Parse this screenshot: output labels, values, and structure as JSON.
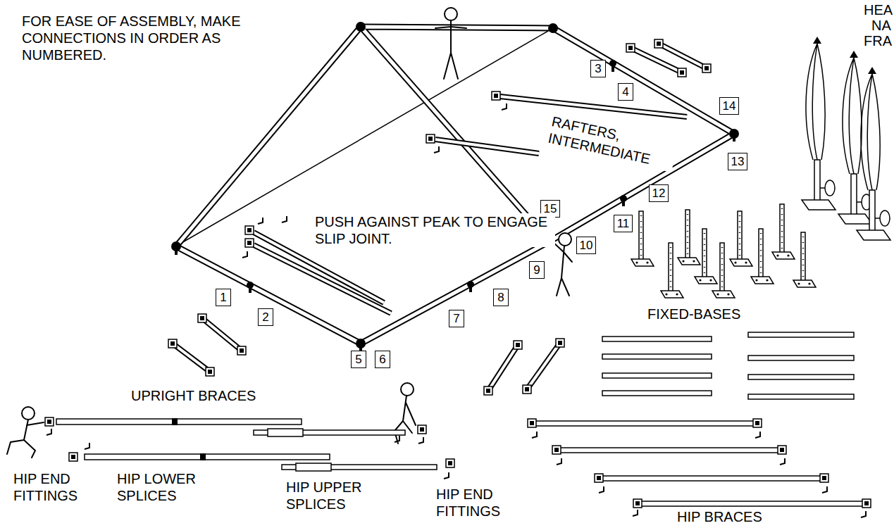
{
  "diagram": {
    "nodes": [
      {
        "text": [
          "1"
        ]
      },
      {
        "text": [
          "2"
        ]
      },
      {
        "text": [
          "3"
        ]
      },
      {
        "text": [
          "4"
        ]
      },
      {
        "text": [
          "5"
        ]
      },
      {
        "text": [
          "6"
        ]
      },
      {
        "text": [
          "7"
        ]
      },
      {
        "text": [
          "8"
        ]
      },
      {
        "text": [
          "9"
        ]
      },
      {
        "text": [
          "10"
        ]
      },
      {
        "text": [
          "11"
        ]
      },
      {
        "text": [
          "12"
        ]
      },
      {
        "text": [
          "13"
        ]
      },
      {
        "text": [
          "14"
        ]
      },
      {
        "text": [
          "15"
        ]
      }
    ],
    "labels": [
      "FOR EASE OF ASSEMBLY, MAKE CONNECTIONS IN ORDER AS NUMBERED.",
      "HEA",
      "NA",
      "FRA",
      "RAFTERS, INTERMEDIATE",
      "PUSH AGAINST PEAK TO ENGAGE SLIP JOINT.",
      "UPRIGHT BRACES",
      "FIXED-BASES",
      "HIP END FITTINGS",
      "HIP LOWER SPLICES",
      "HIP UPPER SPLICES",
      "HIP END FITTINGS",
      "HIP BRACES"
    ]
  }
}
